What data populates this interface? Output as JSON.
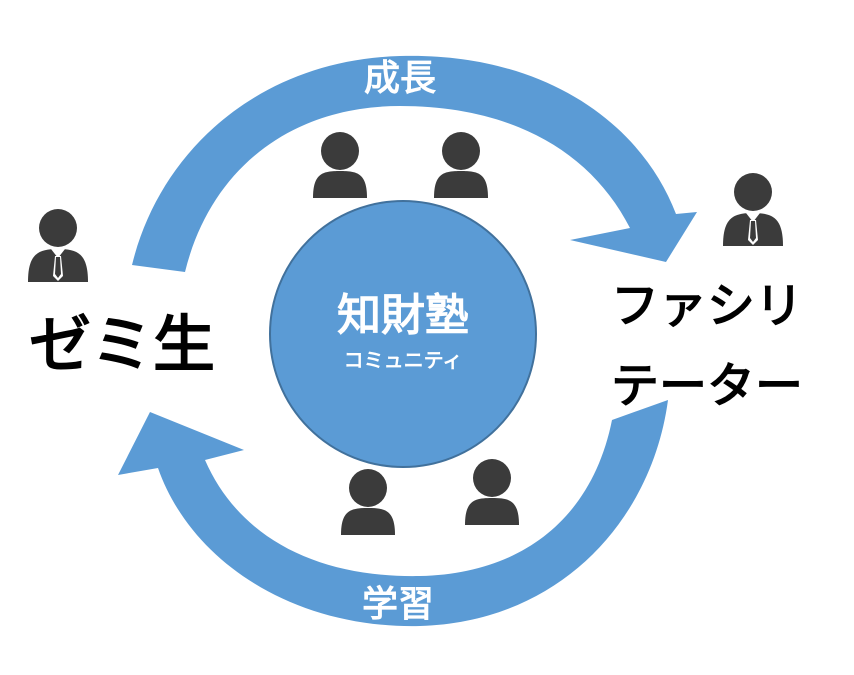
{
  "diagram": {
    "top_arrow_label": "成長",
    "bottom_arrow_label": "学習",
    "center_title": "知財塾",
    "center_subtitle": "コミュニティ",
    "left_role": "ゼミ生",
    "right_role_line1": "ファシリ",
    "right_role_line2": "テーター",
    "icons": {
      "person": "person-icon",
      "person_with_tie": "person-with-tie-icon"
    },
    "colors": {
      "arrow": "#5b9bd5",
      "hub_fill": "#5b9bd5",
      "hub_stroke": "#41719c",
      "person": "#3b3b3b",
      "tie": "#ffffff"
    }
  }
}
